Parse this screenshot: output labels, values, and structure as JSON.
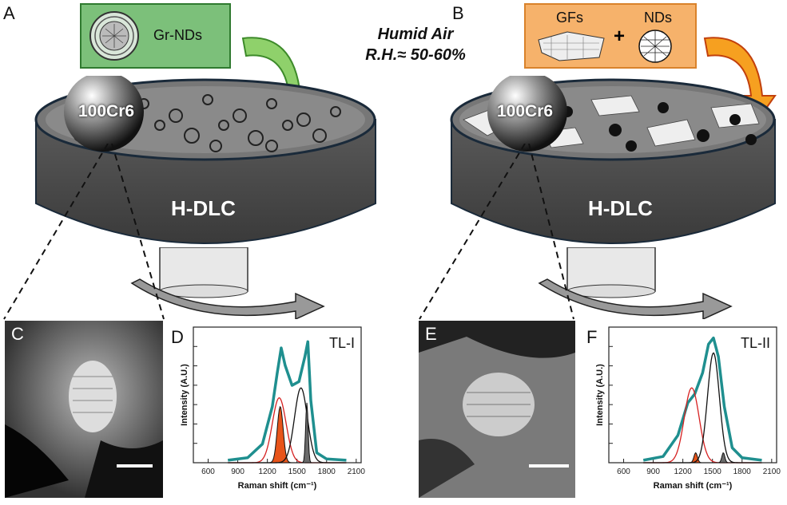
{
  "panels": {
    "A": "A",
    "B": "B",
    "C": "C",
    "D": "D",
    "E": "E",
    "F": "F"
  },
  "legend_a": {
    "label": "Gr-NDs"
  },
  "legend_b": {
    "label1": "GFs",
    "plus": "+",
    "label2": "NDs"
  },
  "condition": {
    "line1": "Humid Air",
    "line2": "R.H.≈ 50-60%"
  },
  "ball_label": "100Cr6",
  "disk_label": "H-DLC",
  "colors": {
    "green_box": "#7cc07a",
    "orange_box": "#f6b26b",
    "disk": "#4a4a4a",
    "envelope": "#1f8f8f",
    "peak_d": "#e8541a",
    "peak_g": "#6b6b6b"
  },
  "chart_data": [
    {
      "id": "D",
      "type": "line",
      "title": "TL-I",
      "xlabel": "Raman shift (cm⁻¹)",
      "ylabel": "Intensity (A.U.)",
      "xlim": [
        450,
        2150
      ],
      "xticks": [
        600,
        900,
        1200,
        1500,
        1800,
        2100
      ],
      "tick_labels": [
        "600",
        "900",
        "1200",
        "1500",
        "1800",
        "2100"
      ],
      "series": [
        {
          "kind": "envelope",
          "points": [
            [
              800,
              0.02
            ],
            [
              1000,
              0.04
            ],
            [
              1150,
              0.15
            ],
            [
              1250,
              0.45
            ],
            [
              1300,
              0.72
            ],
            [
              1340,
              0.92
            ],
            [
              1380,
              0.78
            ],
            [
              1450,
              0.62
            ],
            [
              1520,
              0.65
            ],
            [
              1580,
              0.85
            ],
            [
              1610,
              0.97
            ],
            [
              1640,
              0.5
            ],
            [
              1700,
              0.08
            ],
            [
              1800,
              0.03
            ],
            [
              2000,
              0.02
            ]
          ]
        },
        {
          "kind": "d-peak",
          "center": 1330,
          "width": 60,
          "height": 0.45
        },
        {
          "kind": "broad-red",
          "center": 1320,
          "width": 140,
          "height": 0.52
        },
        {
          "kind": "broad-black",
          "center": 1540,
          "width": 130,
          "height": 0.6
        },
        {
          "kind": "g-peak",
          "center": 1600,
          "width": 25,
          "height": 0.48
        }
      ]
    },
    {
      "id": "F",
      "type": "line",
      "title": "TL-II",
      "xlabel": "Raman shift (cm⁻¹)",
      "ylabel": "Intensity (A.U.)",
      "xlim": [
        450,
        2150
      ],
      "xticks": [
        600,
        900,
        1200,
        1500,
        1800,
        2100
      ],
      "tick_labels": [
        "600",
        "900",
        "1200",
        "1500",
        "1800",
        "2100"
      ],
      "series": [
        {
          "kind": "envelope",
          "points": [
            [
              800,
              0.02
            ],
            [
              1000,
              0.05
            ],
            [
              1150,
              0.22
            ],
            [
              1250,
              0.48
            ],
            [
              1320,
              0.55
            ],
            [
              1400,
              0.72
            ],
            [
              1460,
              0.95
            ],
            [
              1510,
              1.0
            ],
            [
              1560,
              0.85
            ],
            [
              1620,
              0.45
            ],
            [
              1700,
              0.12
            ],
            [
              1800,
              0.04
            ],
            [
              2000,
              0.02
            ]
          ]
        },
        {
          "kind": "broad-red",
          "center": 1290,
          "width": 150,
          "height": 0.6
        },
        {
          "kind": "d-peak",
          "center": 1330,
          "width": 35,
          "height": 0.08
        },
        {
          "kind": "broad-black",
          "center": 1510,
          "width": 120,
          "height": 0.88
        },
        {
          "kind": "g-peak",
          "center": 1610,
          "width": 30,
          "height": 0.08
        }
      ]
    }
  ],
  "scale_bar": "scale-bar"
}
